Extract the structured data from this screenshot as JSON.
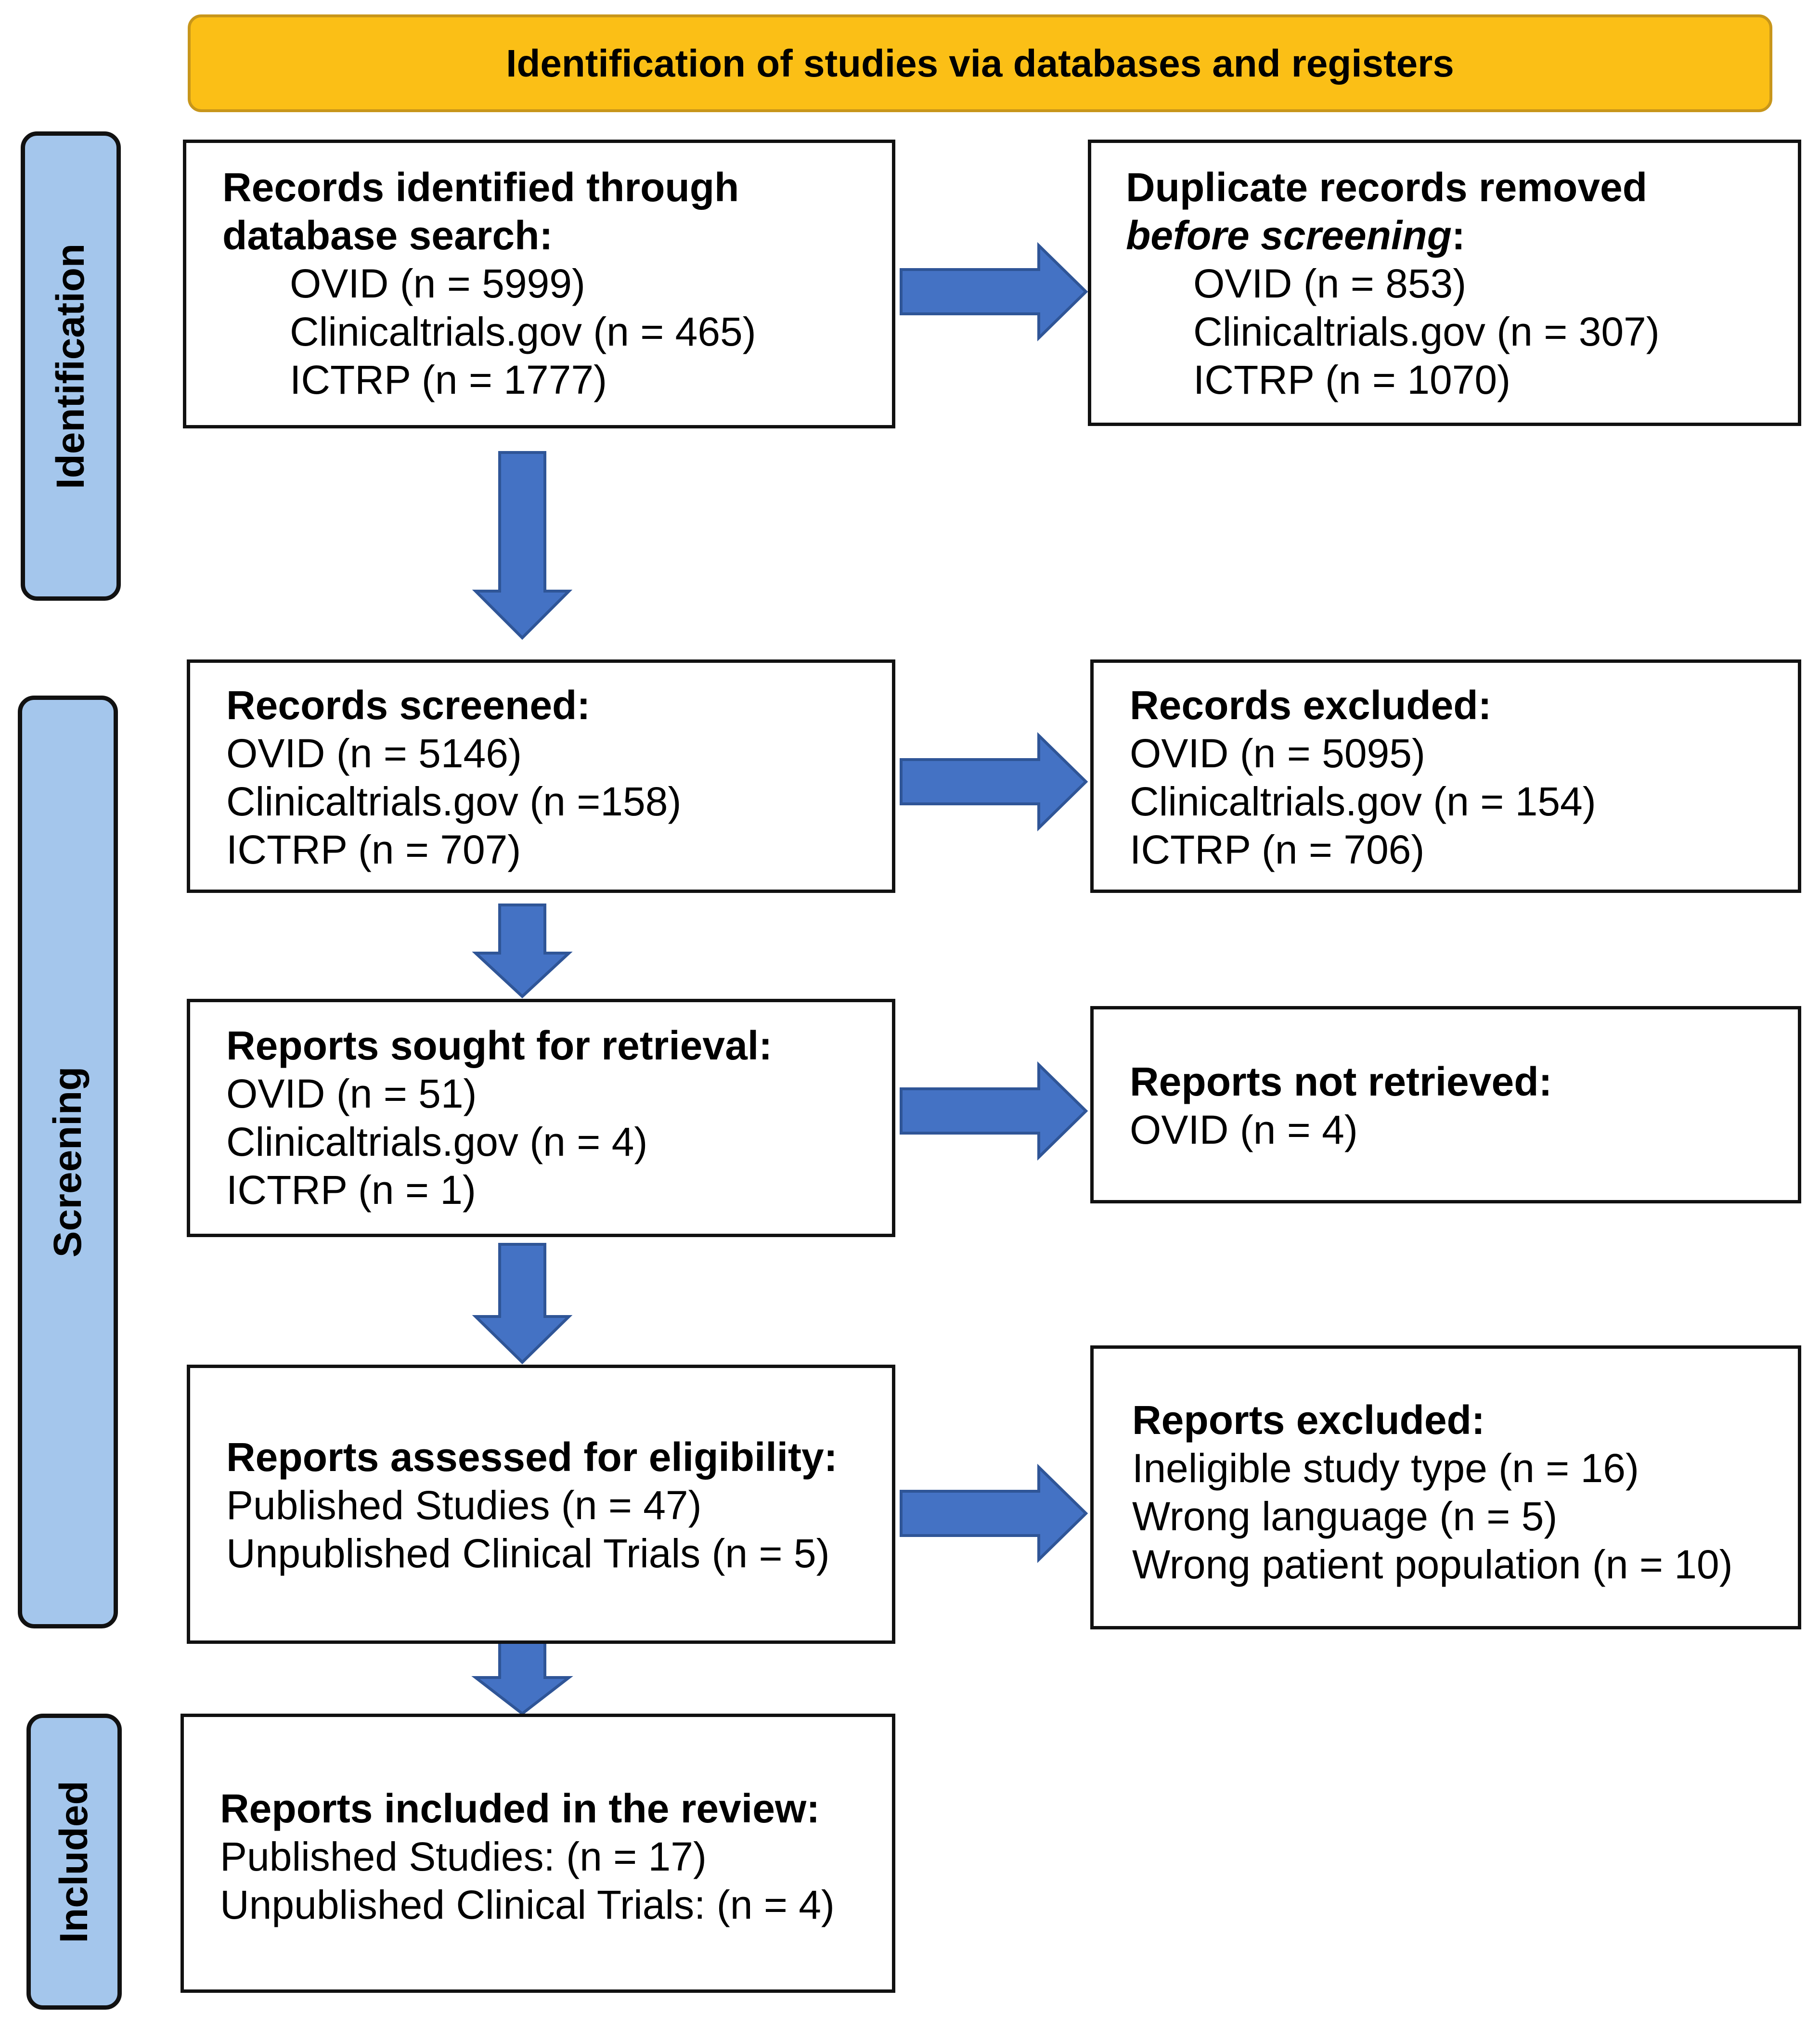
{
  "banner": "Identification of studies via databases and registers",
  "phases": {
    "identification": "Identification",
    "screening": "Screening",
    "included": "Included"
  },
  "identified": {
    "title1": "Records identified through",
    "title2": "database search:",
    "lines": [
      "OVID (n = 5999)",
      "Clinicaltrials.gov (n = 465)",
      "ICTRP (n = 1777)"
    ]
  },
  "duplicates": {
    "title1": "Duplicate records removed",
    "title2_italic": "before screening",
    "title2_colon": ":",
    "lines": [
      "OVID (n = 853)",
      "Clinicaltrials.gov (n = 307)",
      "ICTRP (n = 1070)"
    ]
  },
  "screened": {
    "title": "Records screened:",
    "lines": [
      "OVID (n = 5146)",
      "Clinicaltrials.gov (n =158)",
      "ICTRP (n = 707)"
    ]
  },
  "excluded": {
    "title": "Records excluded:",
    "lines": [
      "OVID (n = 5095)",
      "Clinicaltrials.gov (n = 154)",
      "ICTRP (n = 706)"
    ]
  },
  "sought": {
    "title": "Reports sought for retrieval:",
    "lines": [
      "OVID (n = 51)",
      "Clinicaltrials.gov (n = 4)",
      "ICTRP (n = 1)"
    ]
  },
  "not_retrieved": {
    "title": "Reports not retrieved:",
    "lines": [
      "OVID (n = 4)"
    ]
  },
  "assessed": {
    "title": "Reports assessed for eligibility:",
    "lines": [
      "Published Studies (n = 47)",
      "Unpublished Clinical Trials (n = 5)"
    ]
  },
  "reports_excluded": {
    "title": "Reports excluded:",
    "lines": [
      "Ineligible study type (n = 16)",
      "Wrong language (n = 5)",
      "Wrong patient population (n = 10)"
    ]
  },
  "included_reports": {
    "title": "Reports included in the review:",
    "lines": [
      "Published Studies: (n = 17)",
      "Unpublished Clinical Trials: (n = 4)"
    ]
  }
}
